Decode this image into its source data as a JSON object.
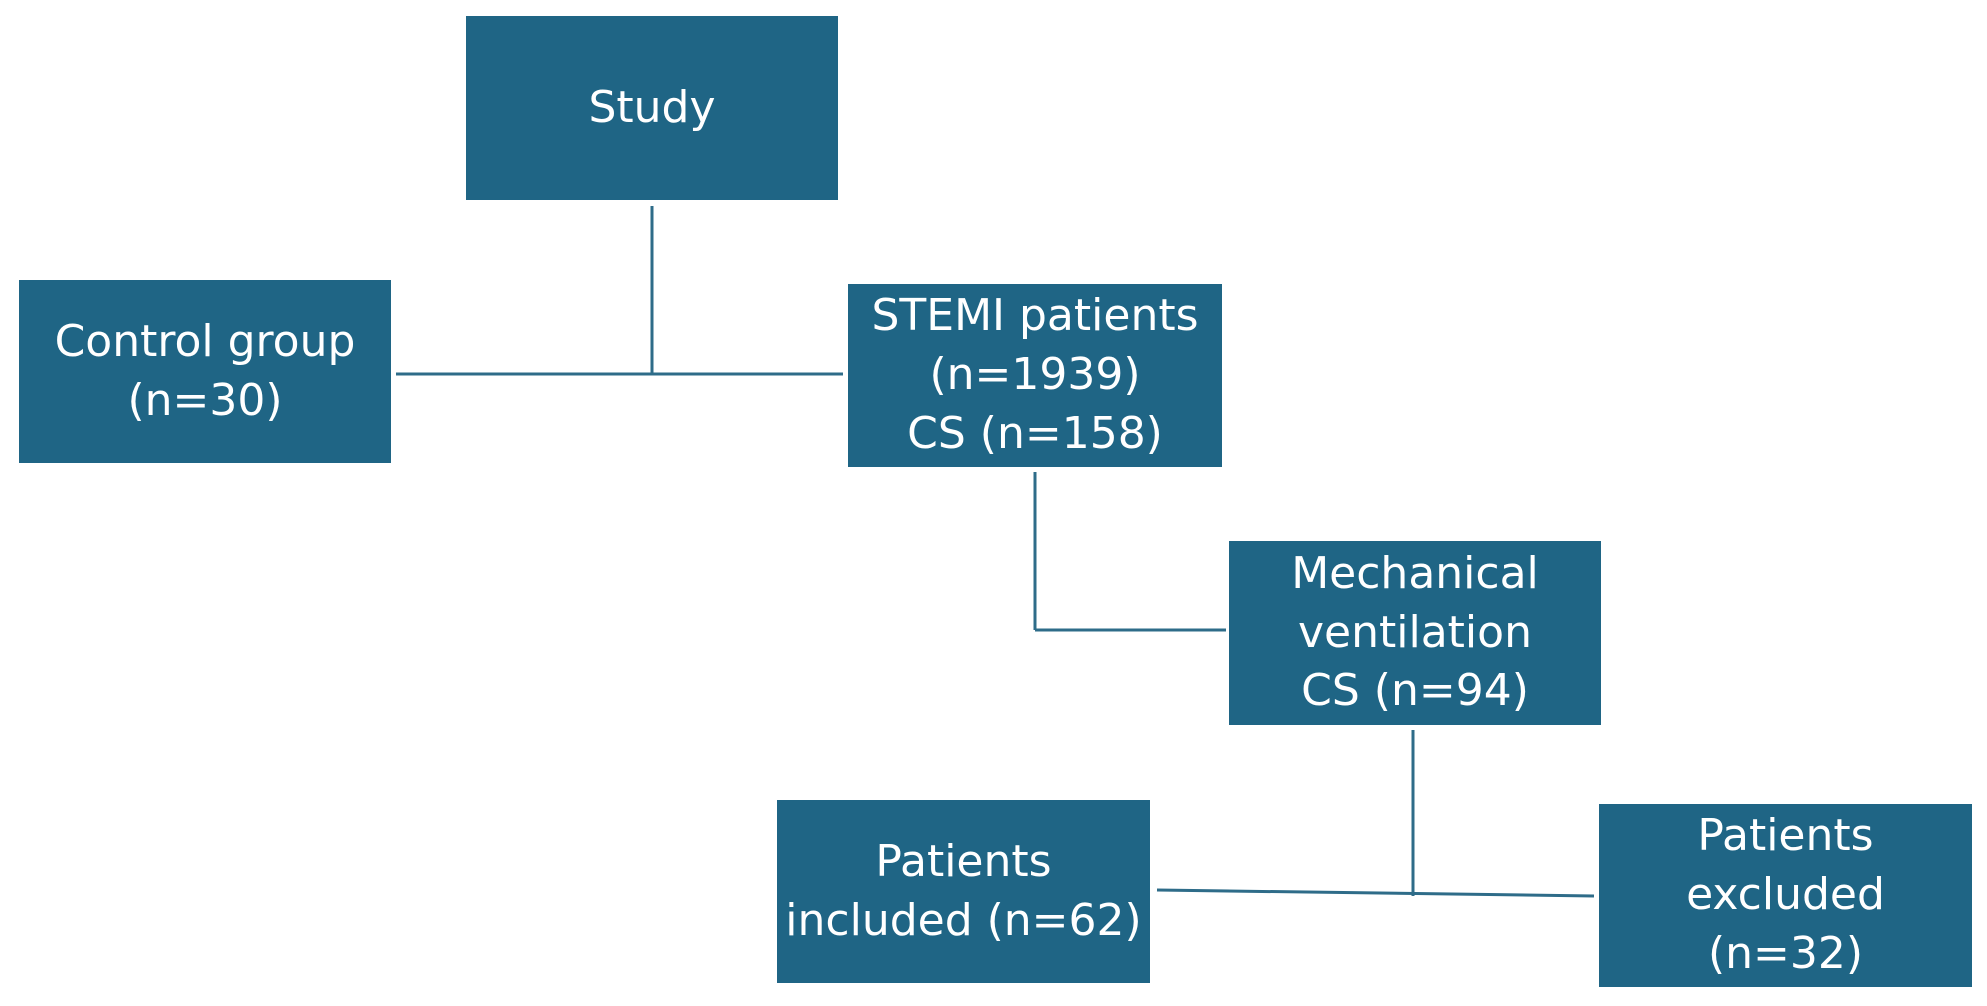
{
  "nodes": {
    "study": {
      "lines": [
        "Study"
      ]
    },
    "control_group": {
      "lines": [
        "Control group",
        "(n=30)"
      ]
    },
    "stemi_patients": {
      "lines": [
        "STEMI patients",
        "(n=1939)",
        "CS (n=158)"
      ]
    },
    "mechanical_ventilation": {
      "lines": [
        "Mechanical",
        "ventilation",
        "CS (n=94)"
      ]
    },
    "patients_included": {
      "lines": [
        "Patients",
        "included (n=62)"
      ]
    },
    "patients_excluded": {
      "lines": [
        "Patients",
        "excluded",
        "(n=32)"
      ]
    }
  },
  "colors": {
    "box_fill": "#1f6585",
    "box_text": "#ffffff",
    "connector": "#2e6c89",
    "background": "#ffffff"
  }
}
